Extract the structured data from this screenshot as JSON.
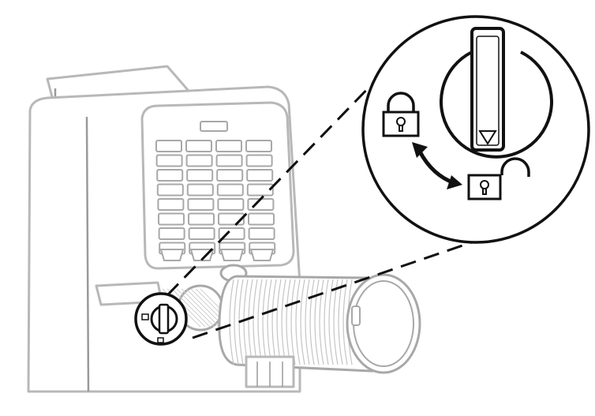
{
  "figure": {
    "description_items": [
      "air-conditioner-unit",
      "exhaust-hose",
      "window-lock-knob",
      "zoom-callout"
    ],
    "icons": [
      "lock-closed-icon",
      "lock-open-icon",
      "rotate-arrow-icon",
      "pointer-triangle-icon"
    ],
    "colors": {
      "outline_gray": "#b8b8b8",
      "detail_black": "#111111",
      "background": "#ffffff"
    }
  }
}
